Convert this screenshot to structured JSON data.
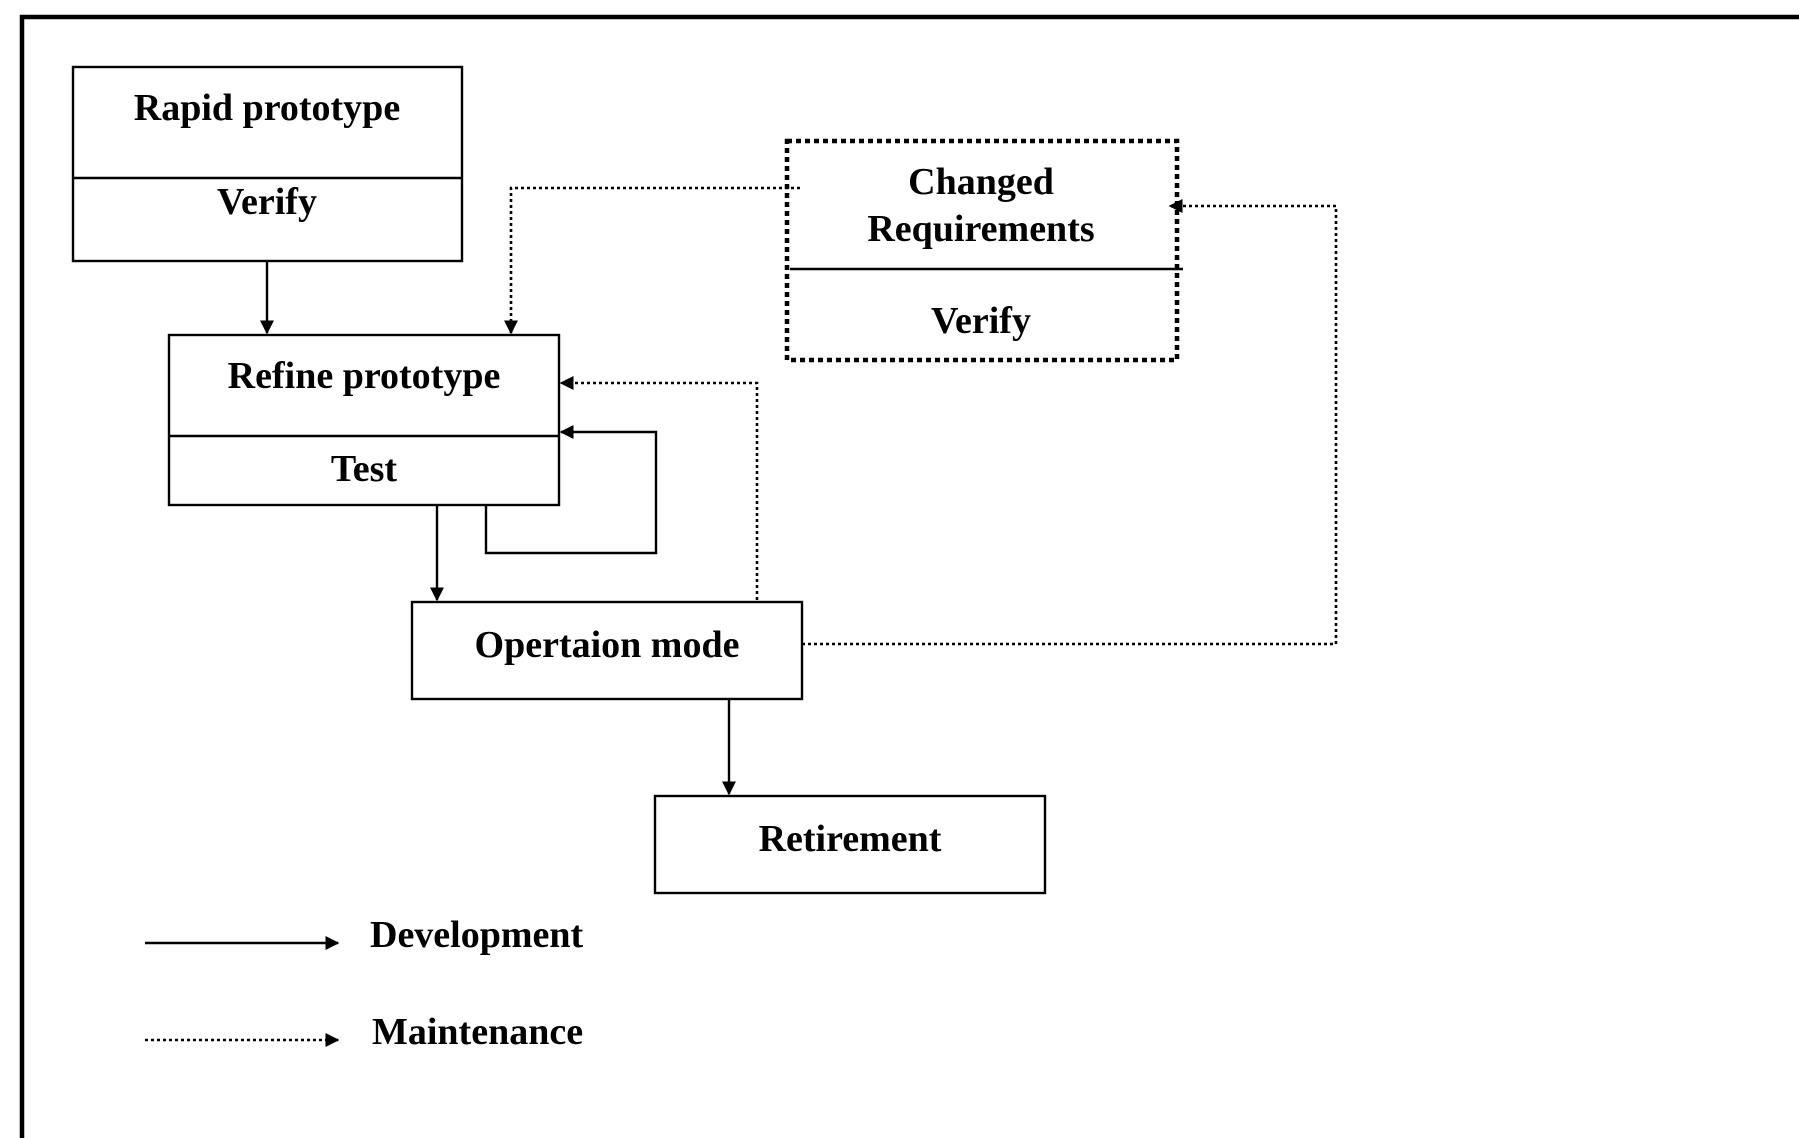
{
  "nodes": {
    "rapid_prototype": {
      "title": "Rapid prototype",
      "sub": "Verify"
    },
    "refine_prototype": {
      "title": "Refine prototype",
      "sub": "Test"
    },
    "changed_requirements": {
      "title_line1": "Changed",
      "title_line2": "Requirements",
      "sub": "Verify"
    },
    "operation_mode": {
      "title": "Opertaion mode"
    },
    "retirement": {
      "title": "Retirement"
    }
  },
  "legend": {
    "development": "Development",
    "maintenance": "Maintenance"
  }
}
